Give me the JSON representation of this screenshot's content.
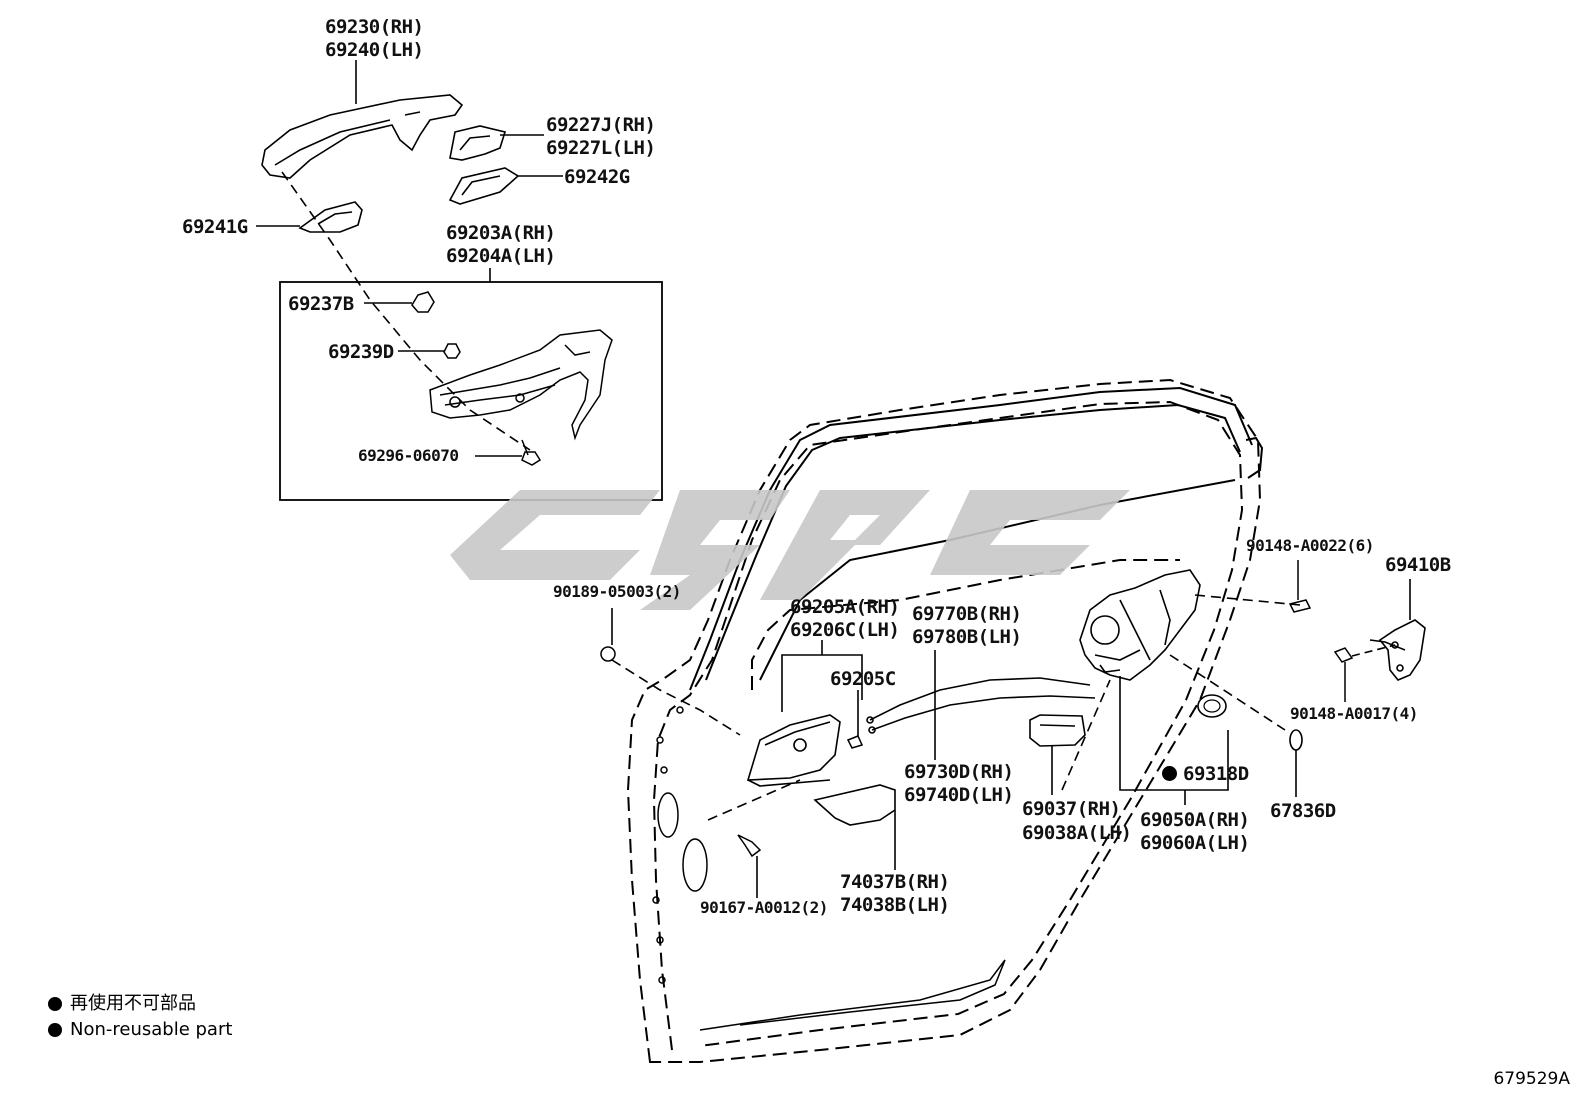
{
  "parts": {
    "p69230": "69230(RH)",
    "p69240": "69240(LH)",
    "p69227J": "69227J(RH)",
    "p69227L": "69227L(LH)",
    "p69242G": "69242G",
    "p69241G": "69241G",
    "p69203A": "69203A(RH)",
    "p69204A": "69204A(LH)",
    "p69237B": "69237B",
    "p69239D": "69239D",
    "p69296": "69296-06070",
    "p90148_22": "90148-A0022(6)",
    "p69410B": "69410B",
    "p90189": "90189-05003(2)",
    "p69205A": "69205A(RH)",
    "p69206C": "69206C(LH)",
    "p69770B": "69770B(RH)",
    "p69780B": "69780B(LH)",
    "p69205C": "69205C",
    "p90148_17": "90148-A0017(4)",
    "p69730D": "69730D(RH)",
    "p69740D": "69740D(LH)",
    "p69318D": "69318D",
    "p67836D": "67836D",
    "p69037": "69037(RH)",
    "p69038A": "69038A(LH)",
    "p69050A": "69050A(RH)",
    "p69060A": "69060A(LH)",
    "p74037B": "74037B(RH)",
    "p74038B": "74038B(LH)",
    "p90167": "90167-A0012(2)"
  },
  "legend": {
    "jp": "再使用不可部品",
    "en": "Non-reusable part"
  },
  "diagram_code": "679529A",
  "colors": {
    "line": "#000000",
    "watermark": "#c8c8c8"
  },
  "icons": {
    "non_reusable_marker": "filled-circle"
  }
}
